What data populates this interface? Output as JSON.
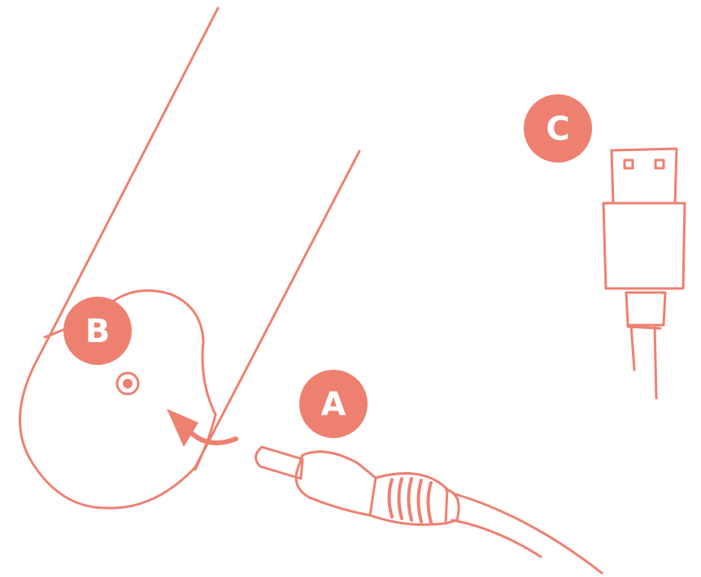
{
  "colors": {
    "accent": "#EE8070",
    "background": "#ffffff"
  },
  "labels": {
    "a": "A",
    "b": "B",
    "c": "C"
  }
}
